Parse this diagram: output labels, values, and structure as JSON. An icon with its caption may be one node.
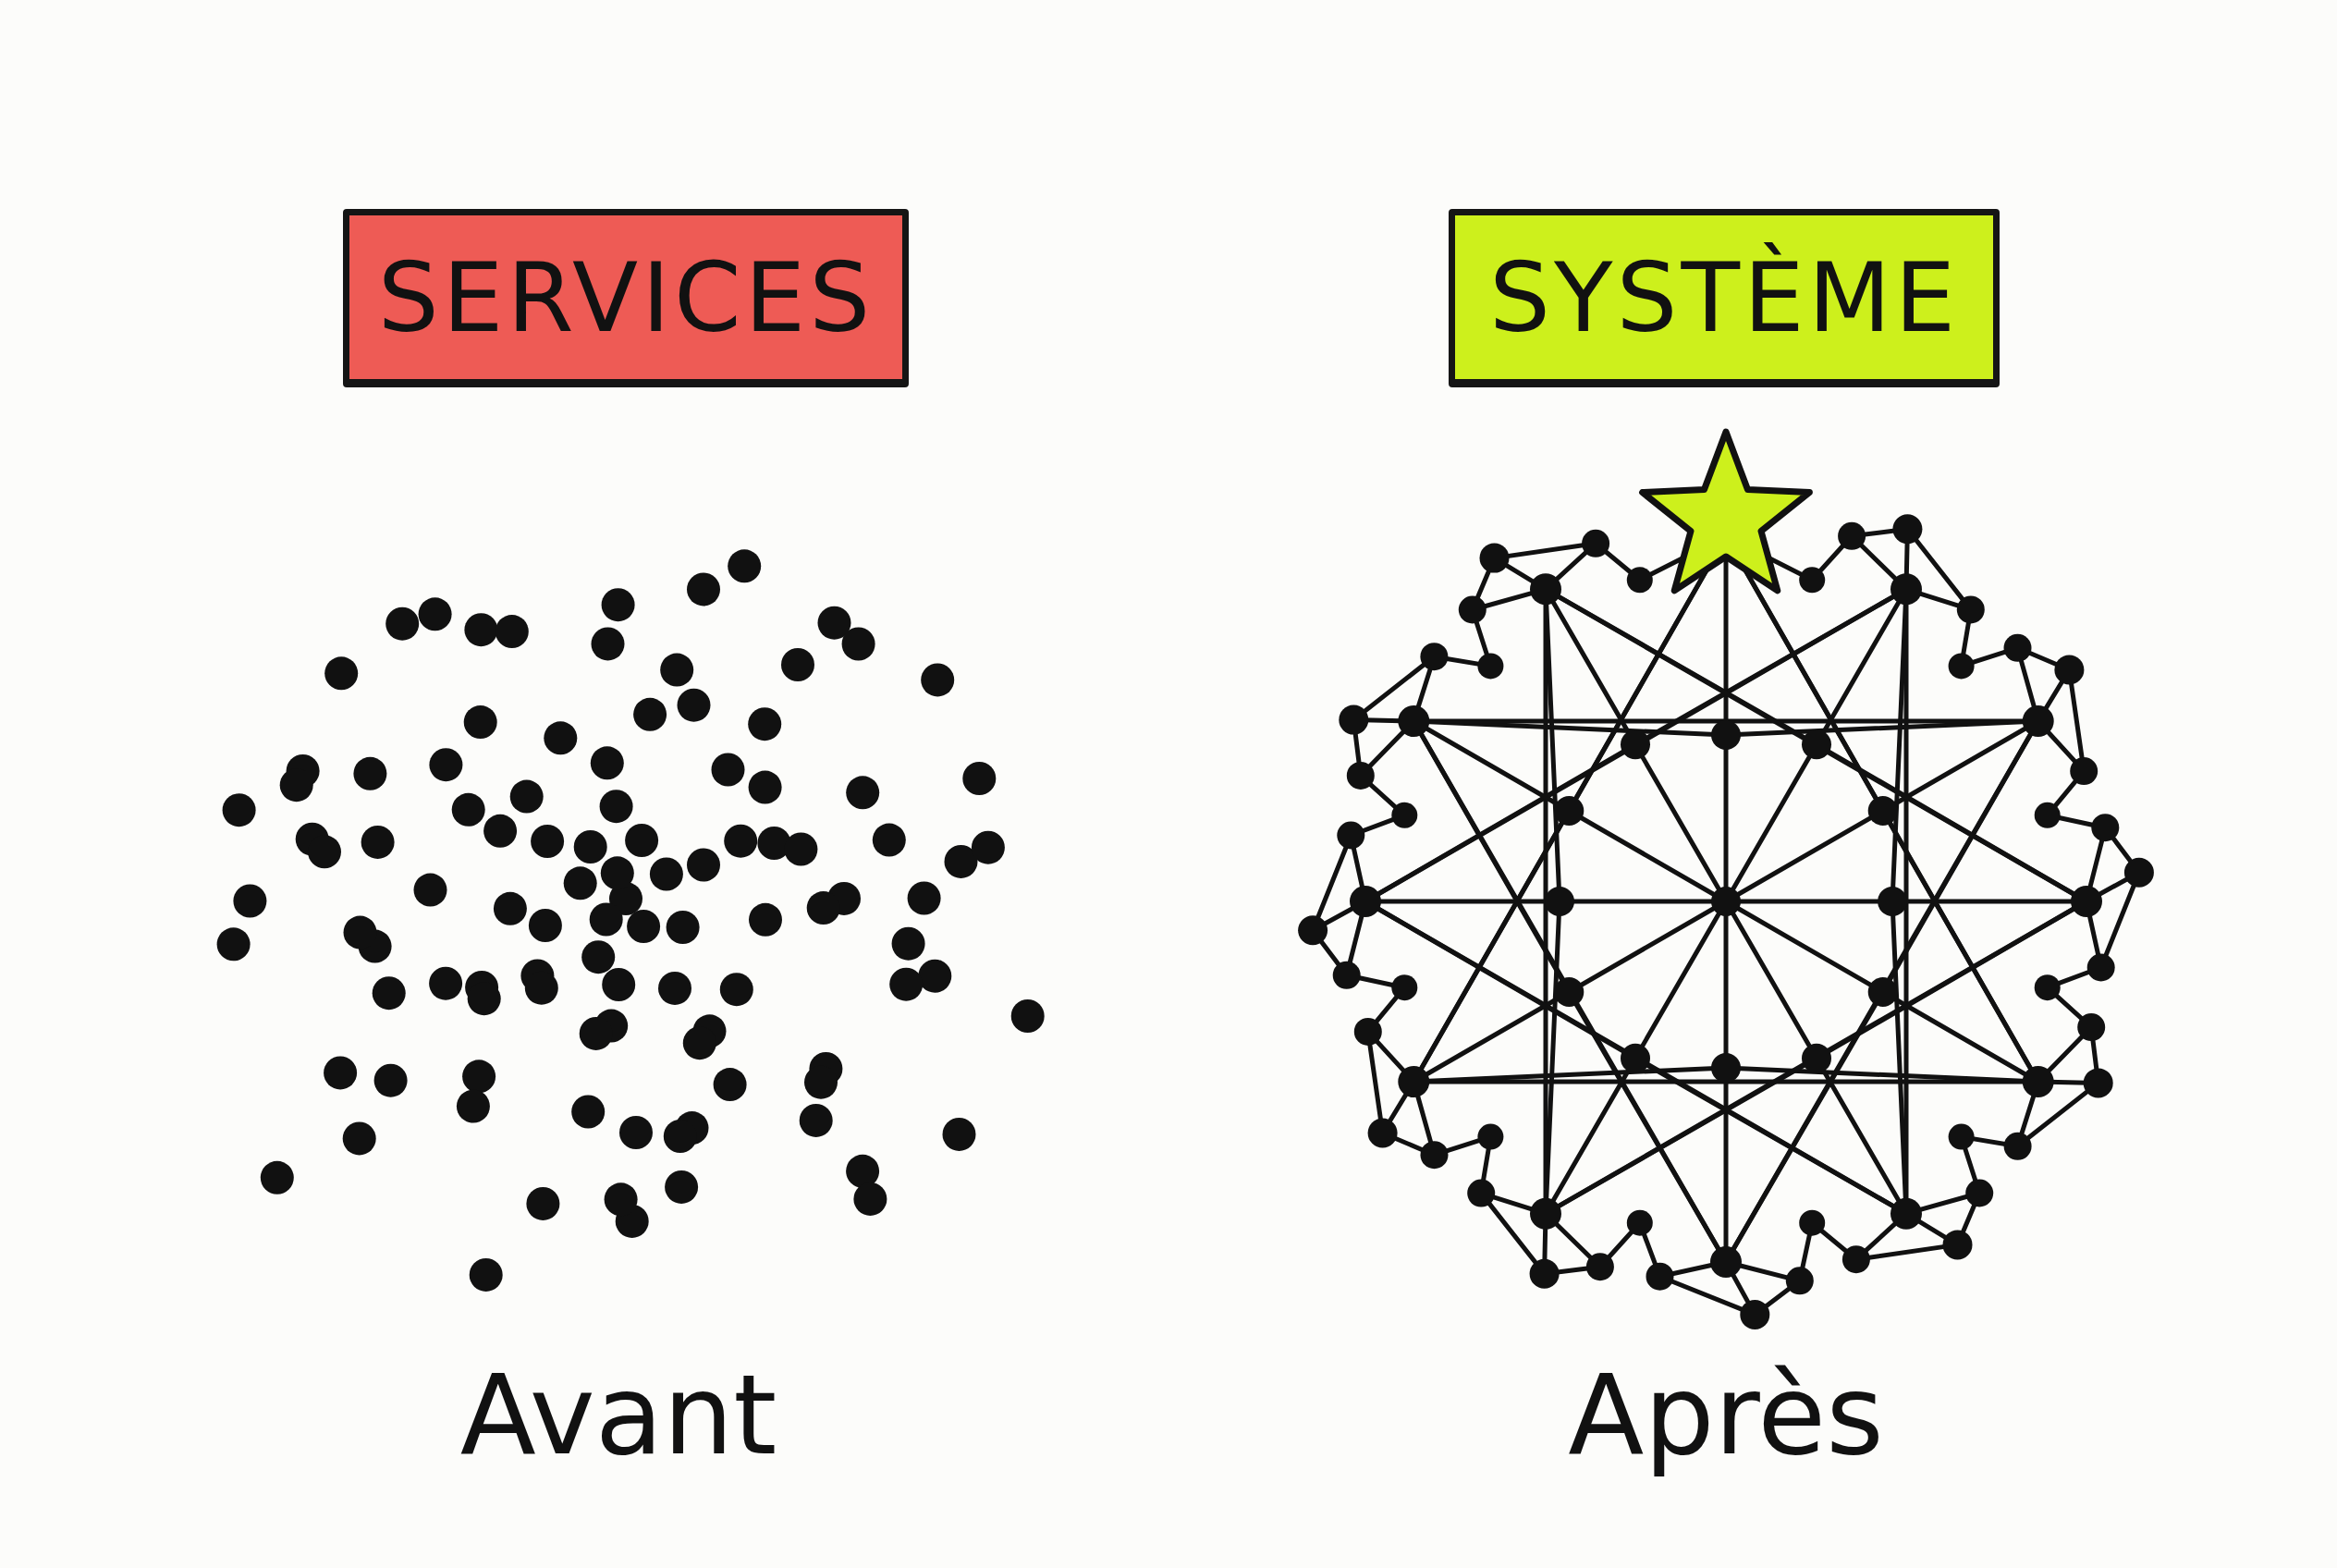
{
  "diagram": {
    "nodes": [
      {
        "text": [
          "SERVICES"
        ]
      },
      {
        "text": [
          "SYSTÈME"
        ]
      }
    ],
    "labels": [
      "Avant",
      "Après"
    ]
  }
}
